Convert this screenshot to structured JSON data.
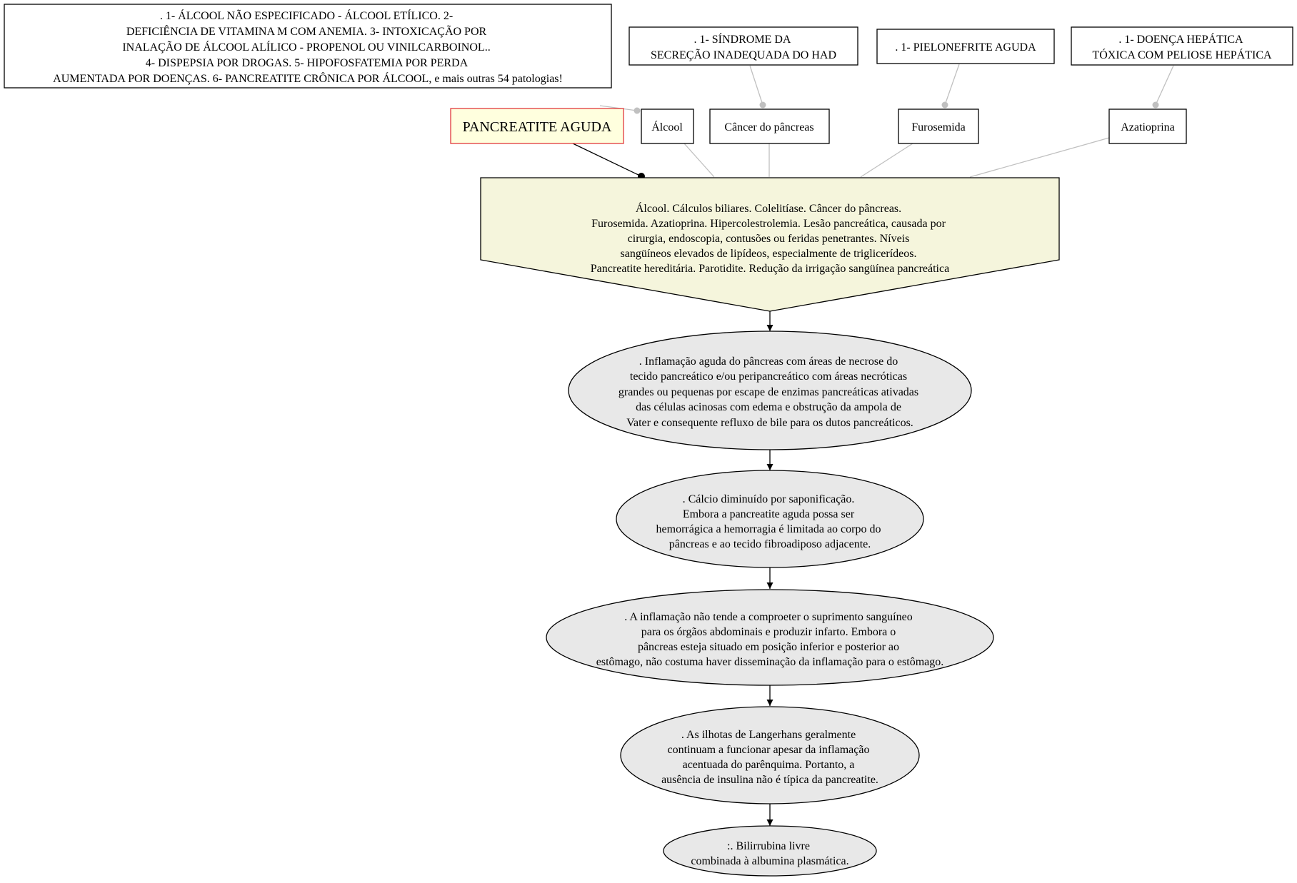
{
  "title": "PANCREATITE AGUDA",
  "factors": [
    {
      "label": "Álcool",
      "note": [
        ". 1- ÁLCOOL NÃO ESPECIFICADO - ÁLCOOL ETÍLICO. 2-",
        "DEFICIÊNCIA DE VITAMINA M COM ANEMIA. 3- INTOXICAÇÃO POR",
        "INALAÇÃO DE ÁLCOOL ALÍLICO - PROPENOL OU VINILCARBOINOL..",
        "4- DISPEPSIA POR DROGAS. 5- HIPOFOSFATEMIA POR PERDA",
        "AUMENTADA POR DOENÇAS. 6- PANCREATITE CRÔNICA POR ÁLCOOL, e mais outras 54 patologias!"
      ]
    },
    {
      "label": "Câncer do pâncreas",
      "note": [
        ". 1- SÍNDROME DA",
        "SECREÇÃO INADEQUADA DO HAD"
      ]
    },
    {
      "label": "Furosemida",
      "note": [
        ". 1- PIELONEFRITE AGUDA"
      ]
    },
    {
      "label": "Azatioprina",
      "note": [
        ". 1- DOENÇA HEPÁTICA",
        "TÓXICA COM PELIOSE HEPÁTICA"
      ]
    }
  ],
  "causes": [
    "Álcool. Cálculos biliares. Colelitíase. Câncer do pâncreas.",
    "Furosemida. Azatioprina. Hipercolestrolemia. Lesão pancreática, causada por",
    "cirurgia, endoscopia, contusões ou feridas penetrantes. Níveis",
    "sangüíneos elevados de lipídeos, especialmente de triglicerídeos.",
    "Pancreatite hereditária. Parotidite. Redução da irrigação sangüínea pancreática"
  ],
  "steps": [
    [
      ". Inflamação aguda do pâncreas com áreas de necrose do",
      "tecido pancreático e/ou peripancreático com áreas necróticas",
      "grandes ou pequenas por escape de enzimas pancreáticas ativadas",
      "das células acinosas com edema e obstrução da ampola de",
      "Vater e consequente refluxo de bile para os dutos pancreáticos."
    ],
    [
      ". Cálcio diminuído por saponificação.",
      "Embora a pancreatite aguda possa ser",
      "hemorrágica a hemorragia é limitada ao corpo do",
      "pâncreas e ao tecido fibroadiposo adjacente."
    ],
    [
      ". A inflamação não tende a comproeter o suprimento sanguíneo",
      "para os órgãos abdominais e produzir infarto. Embora o",
      "pâncreas esteja situado em posição inferior e posterior ao",
      "estômago, não costuma haver disseminação da inflamação para o estômago."
    ],
    [
      ". As ilhotas de Langerhans geralmente",
      "continuam a funcionar apesar da inflamação",
      "acentuada do parênquima. Portanto, a",
      "ausência de insulina não é típica da pancreatite."
    ],
    [
      ":. Bilirrubina livre",
      "combinada à albumina plasmática."
    ]
  ],
  "colors": {
    "title_fill": "#ffffde",
    "title_border": "#e0383c",
    "cause_fill": "#f5f5dc",
    "step_fill": "#e8e8e8",
    "connector_gray": "#c0c0c0"
  }
}
